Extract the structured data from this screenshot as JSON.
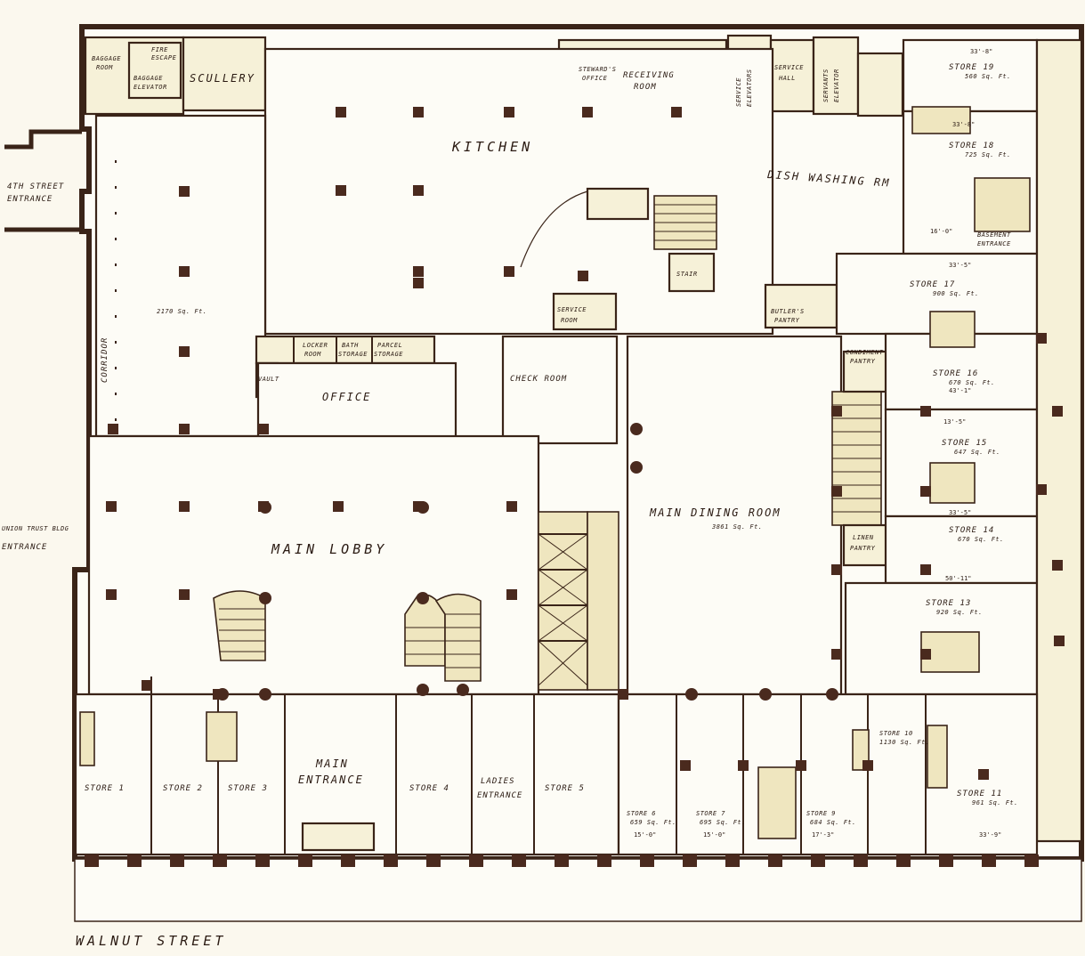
{
  "plan": {
    "street_bottom": "WALNUT   STREET",
    "entrance_left_top_1": "4TH STREET",
    "entrance_left_top_2": "ENTRANCE",
    "entrance_left_mid_1": "UNION TRUST BLDG",
    "entrance_left_mid_2": "ENTRANCE",
    "corridor": "CORRIDOR",
    "rooms": {
      "baggage_room_1": "BAGGAGE",
      "baggage_room_2": "ROOM",
      "fire_escape_1": "FIRE",
      "fire_escape_2": "ESCAPE",
      "baggage_elevator_1": "BAGGAGE",
      "baggage_elevator_2": "ELEVATOR",
      "scullery": "SCULLERY",
      "kitchen": "KITCHEN",
      "stewards_office_1": "STEWARD'S",
      "stewards_office_2": "OFFICE",
      "receiving_room_1": "RECEIVING",
      "receiving_room_2": "ROOM",
      "service_elevators_1": "SERVICE",
      "service_elevators_2": "ELEVATORS",
      "service_hall_1": "SERVICE",
      "service_hall_2": "HALL",
      "servants_elevator_1": "SERVANTS",
      "servants_elevator_2": "ELEVATOR",
      "dish_washing": "DISH WASHING RM",
      "lobby_area": "2170 Sq. Ft.",
      "locker_room_1": "LOCKER",
      "locker_room_2": "ROOM",
      "bath_storage_1": "BATH",
      "bath_storage_2": "STORAGE",
      "parcel_storage_1": "PARCEL",
      "parcel_storage_2": "STORAGE",
      "vault": "VAULT",
      "office": "OFFICE",
      "service_room_1": "SERVICE",
      "service_room_2": "ROOM",
      "check_room": "CHECK ROOM",
      "stair_label": "STAIR",
      "butlers_pantry_1": "BUTLER'S",
      "butlers_pantry_2": "PANTRY",
      "basement_entrance_1": "BASEMENT",
      "basement_entrance_2": "ENTRANCE",
      "main_lobby": "MAIN  LOBBY",
      "main_dining_room": "MAIN DINING ROOM",
      "main_dining_area": "3861 Sq. Ft.",
      "condiment_pantry_1": "CONDIMENT",
      "condiment_pantry_2": "PANTRY",
      "linen_pantry_1": "LINEN",
      "linen_pantry_2": "PANTRY",
      "main_entrance_1": "MAIN",
      "main_entrance_2": "ENTRANCE",
      "ladies_entrance_1": "LADIES",
      "ladies_entrance_2": "ENTRANCE"
    },
    "stores": {
      "store1": "STORE 1",
      "store2": "STORE 2",
      "store3": "STORE 3",
      "store4": "STORE 4",
      "store5": "STORE 5",
      "store6": "STORE 6",
      "store6_area": "659 Sq. Ft.",
      "store7": "STORE 7",
      "store7_area": "695 Sq. Ft.",
      "store9": "STORE 9",
      "store9_area": "684 Sq. Ft.",
      "store10": "STORE 10",
      "store10_area": "1130 Sq. Ft.",
      "store11": "STORE 11",
      "store11_area": "961 Sq. Ft.",
      "store13": "STORE 13",
      "store13_area": "920 Sq. Ft.",
      "store14": "STORE 14",
      "store14_area": "670 Sq. Ft.",
      "store15": "STORE 15",
      "store15_area": "647 Sq. Ft.",
      "store16": "STORE 16",
      "store16_area": "670 Sq. Ft.",
      "store17": "STORE 17",
      "store17_area": "900 Sq. Ft.",
      "store18": "STORE 18",
      "store18_area": "725 Sq. Ft.",
      "store19": "STORE 19",
      "store19_area": "560 Sq. Ft."
    },
    "dimensions": {
      "d_store19": "33'-8\"",
      "d_store18": "33'-8\"",
      "d_basement": "16'-0\"",
      "d_store17": "33'-5\"",
      "d_store16": "43'-1\"",
      "d_store15": "13'-5\"",
      "d_store14": "33'-5\"",
      "d_store13": "50'-11\"",
      "d_store11": "33'-9\"",
      "d_store6": "15'-0\"",
      "d_store7": "15'-0\"",
      "d_store9": "17'-3\""
    }
  }
}
